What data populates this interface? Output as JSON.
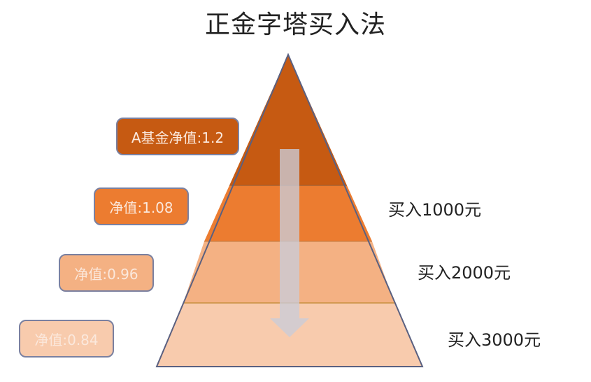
{
  "title": "正金字塔买入法",
  "colors": {
    "layer1": "#c65a12",
    "layer2": "#ec7c30",
    "layer3": "#f4b183",
    "layer4": "#f8cbad",
    "outline": "#5a6080",
    "arrow": "#c9ccd8"
  },
  "nav_labels": [
    {
      "text": "A基金净值:1.2",
      "color": "#c65a12"
    },
    {
      "text": "净值:1.08",
      "color": "#ec7c30"
    },
    {
      "text": "净值:0.96",
      "color": "#f4b183"
    },
    {
      "text": "净值:0.84",
      "color": "#f8cbad"
    }
  ],
  "buy_labels": [
    {
      "text": "买入1000元"
    },
    {
      "text": "买入2000元"
    },
    {
      "text": "买入3000元"
    }
  ],
  "arrow": {
    "direction": "down",
    "icon": "down-arrow-icon"
  }
}
